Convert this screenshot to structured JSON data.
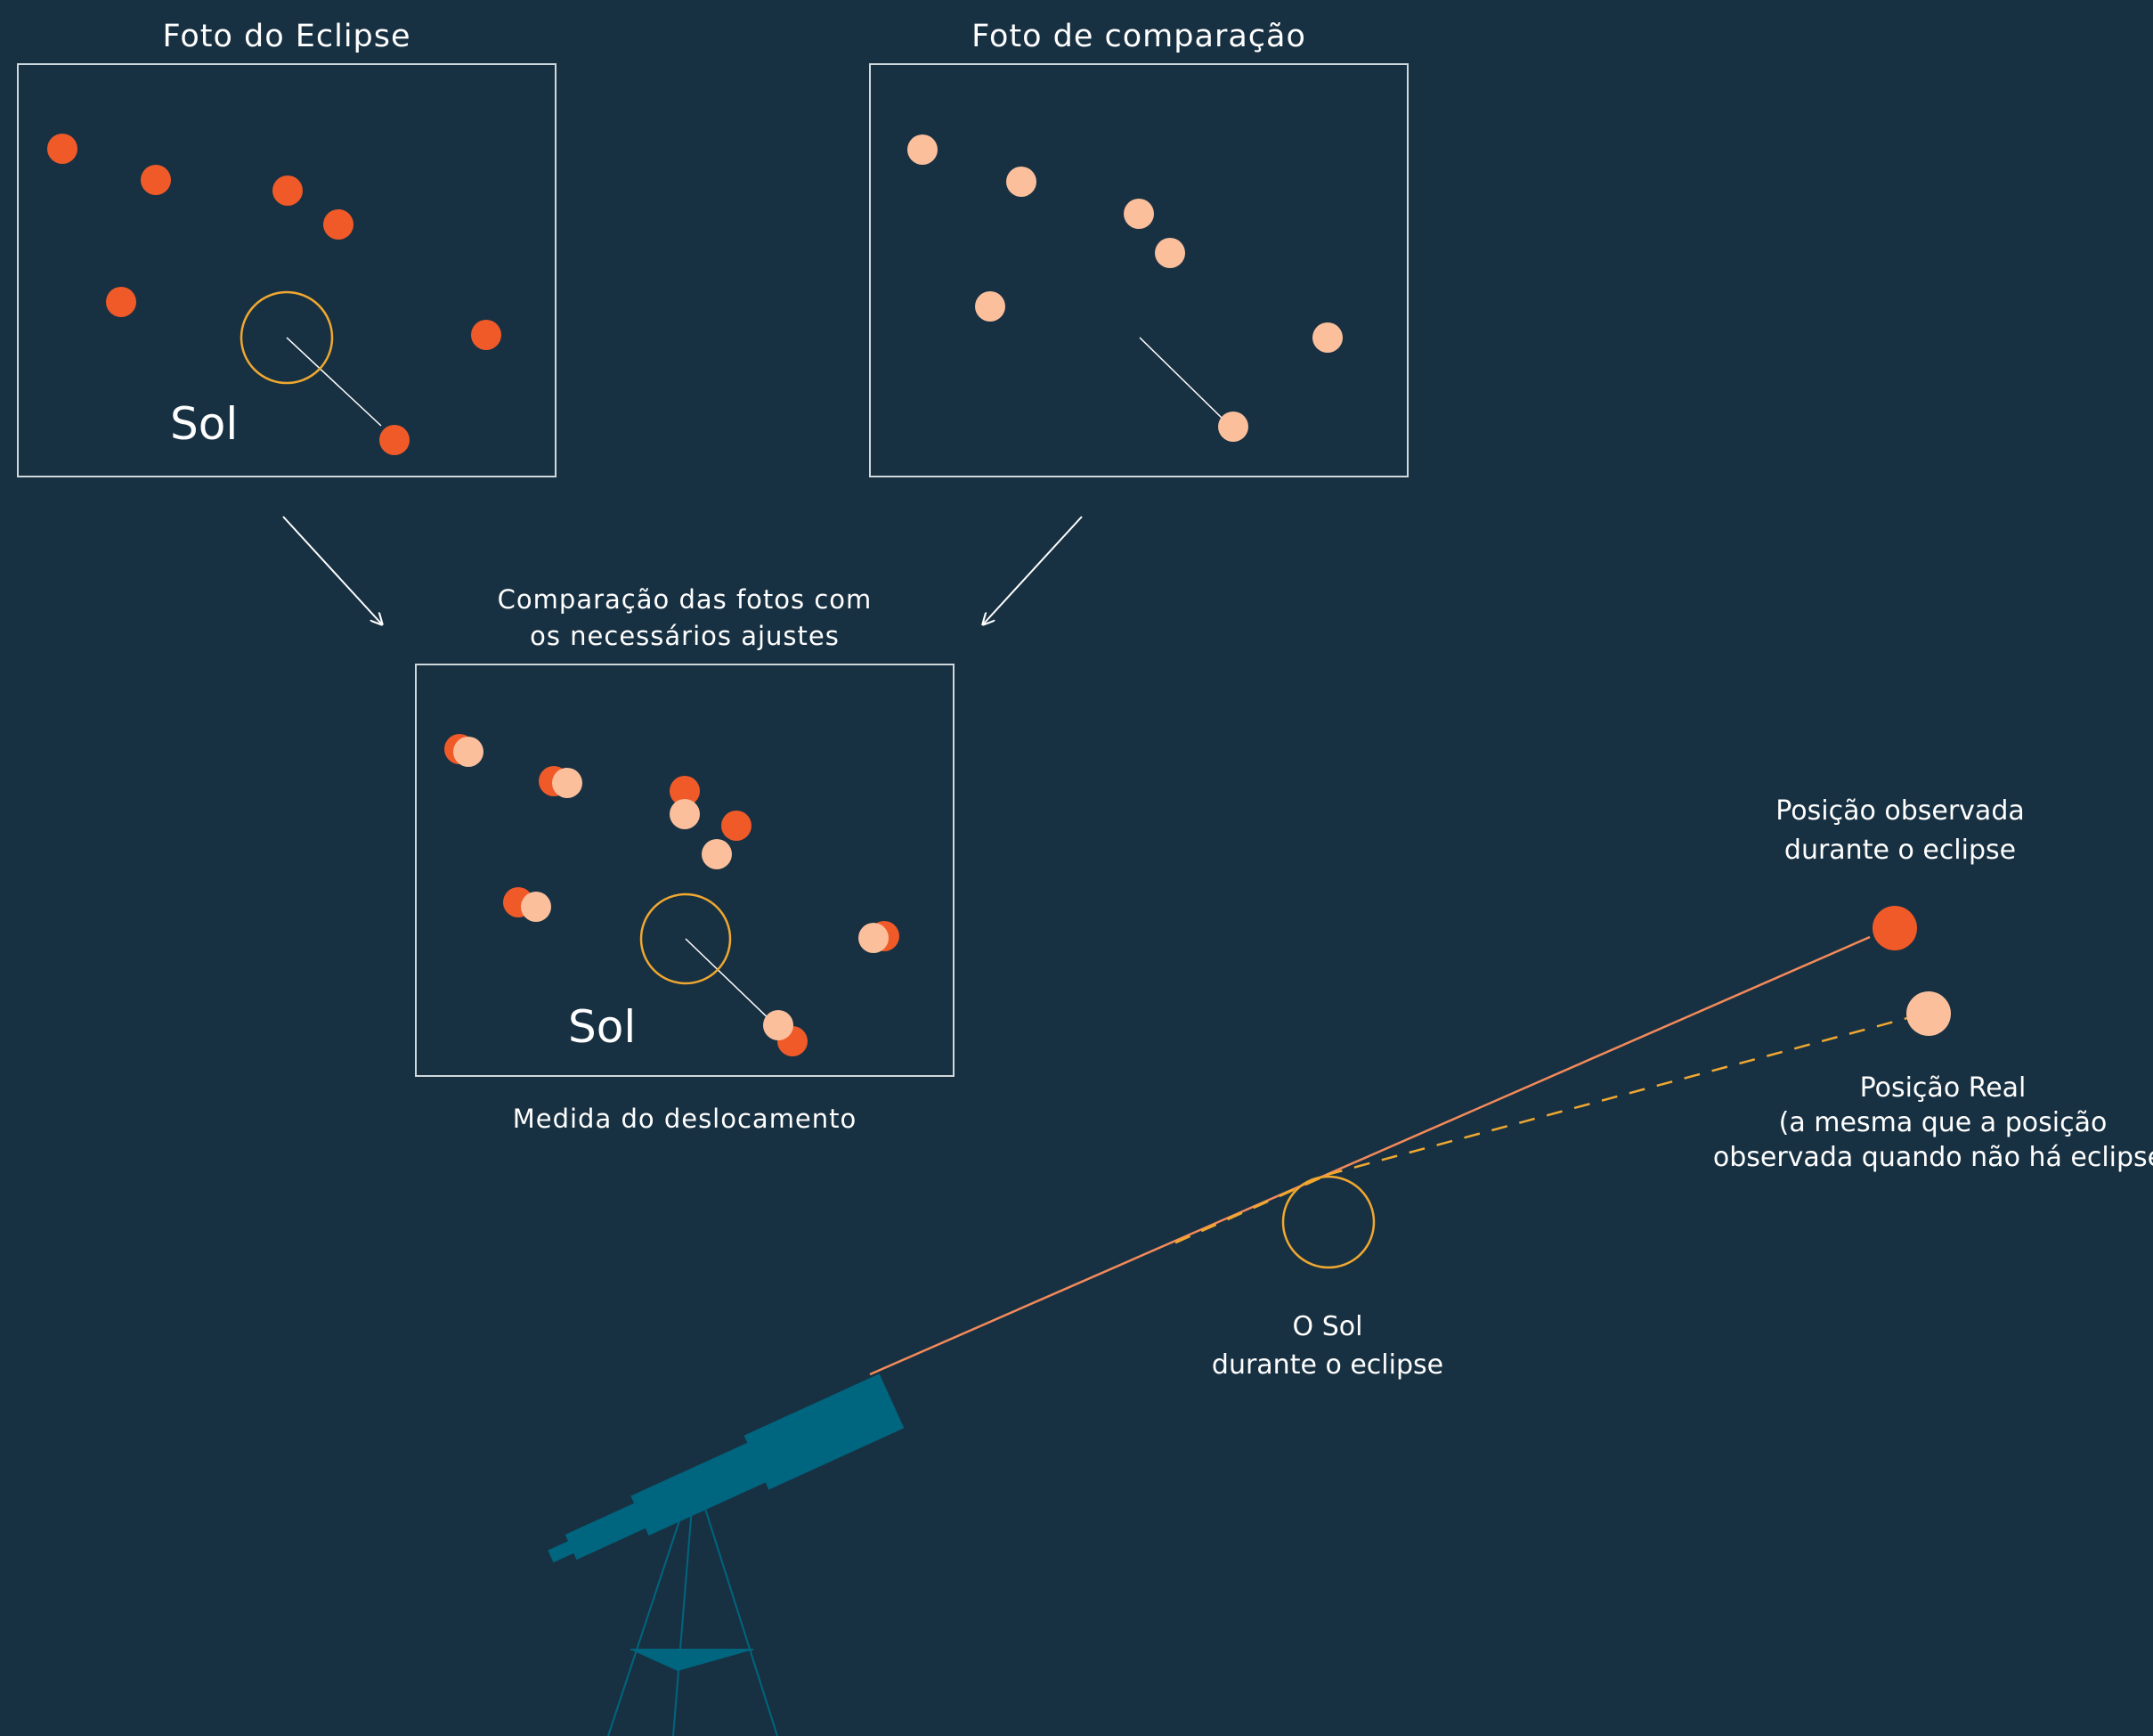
{
  "panels": {
    "eclipse_title": "Foto do Eclipse",
    "comparison_title": "Foto de comparação",
    "combined_caption_line1": "Comparação das fotos com",
    "combined_caption_line2": "os necessários ajustes",
    "measure_caption": "Medida do deslocamento",
    "sun_label": "Sol"
  },
  "scene": {
    "observed_label_line1": "Posição observada",
    "observed_label_line2": "durante o eclipse",
    "real_label_line1": "Posição Real",
    "real_label_line2": "(a mesma que a posição",
    "real_label_line3": "observada quando não há eclipse",
    "sun_label_line1": "O Sol",
    "sun_label_line2": "durante o eclipse"
  },
  "colors": {
    "background": "#183142",
    "eclipse_star": "#f05a28",
    "comparison_star": "#fbbf9c",
    "sun_ring": "#f0a830",
    "telescope": "#00657f",
    "panel_border": "#cfd8dc"
  }
}
